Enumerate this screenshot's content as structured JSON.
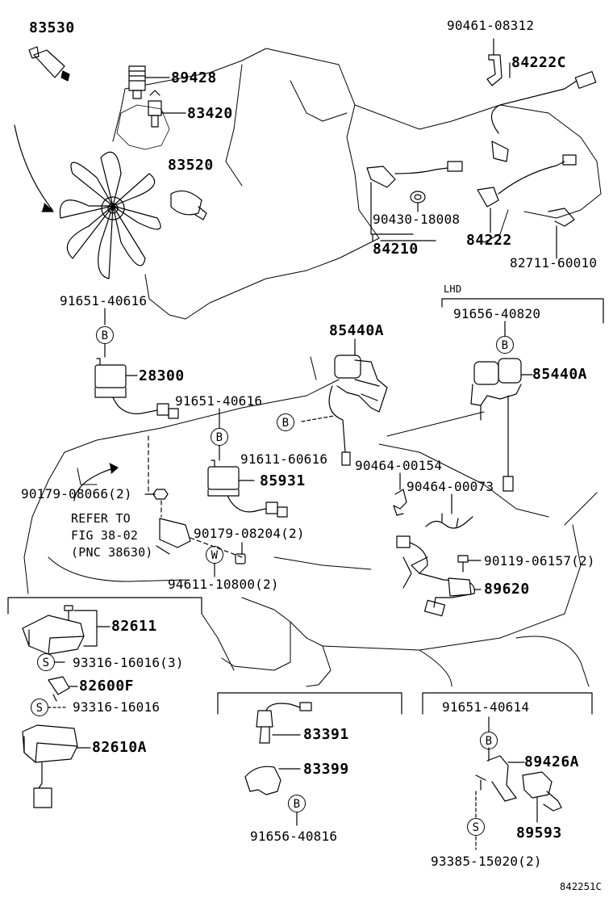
{
  "parts": {
    "p83530": "83530",
    "p89428": "89428",
    "p83420": "83420",
    "p83520": "83520",
    "p91651_40616_a": "91651-40616",
    "p28300": "28300",
    "p91651_40616_b": "91651-40616",
    "p85931": "85931",
    "p90461_08312": "90461-08312",
    "p84222c": "84222C",
    "p90430_18008": "90430-18008",
    "p84210": "84210",
    "p84222": "84222",
    "p82711_60010": "82711-60010",
    "p85440a_main": "85440A",
    "p91611_60616": "91611-60616",
    "p90464_00154": "90464-00154",
    "p90464_00073": "90464-00073",
    "p90179_08066": "90179-08066(2)",
    "p90179_08204": "90179-08204(2)",
    "p94611_10800": "94611-10800(2)",
    "p90119_06157": "90119-06157(2)",
    "p89620": "89620",
    "p82611": "82611",
    "p93316_16016_3": "93316-16016(3)",
    "p82600f": "82600F",
    "p93316_16016": "93316-16016",
    "p82610a": "82610A",
    "p83391": "83391",
    "p83399": "83399",
    "p91656_40816": "91656-40816",
    "p91651_40614": "91651-40614",
    "p89426a": "89426A",
    "p89593": "89593",
    "p93385_15020": "93385-15020(2)",
    "lhd_label": "LHD",
    "p91656_40820": "91656-40820",
    "p85440a_lhd": "85440A"
  },
  "symbols": {
    "b": "B",
    "s": "S",
    "w": "W"
  },
  "refer_note": "REFER TO\nFIG 38-02\n(PNC 38630)",
  "diagram_code": "842251C"
}
